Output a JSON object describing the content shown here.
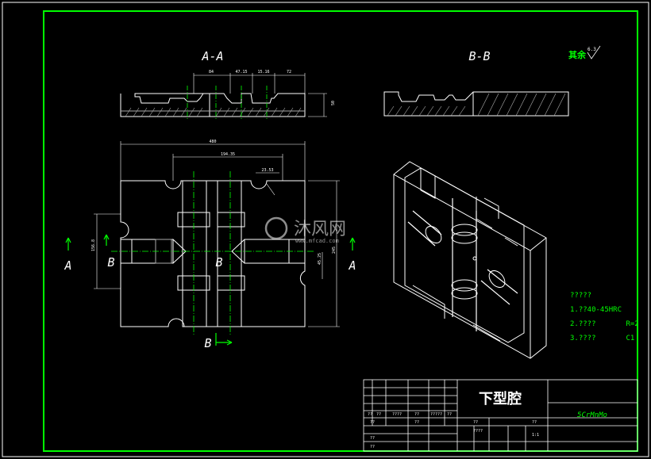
{
  "colors": {
    "background": "#000000",
    "frame": "#00ff00",
    "lines": "#ffffff",
    "center": "#00ff00",
    "dim": "#ff3333",
    "text": "#ffffff"
  },
  "views": {
    "section_aa_label": "A-A",
    "section_bb_label": "B-B",
    "section_letter_a": "A",
    "section_letter_b": "B"
  },
  "dimensions": {
    "top": [
      "84",
      "47.15",
      "15.16",
      "72"
    ],
    "height": "50",
    "overall_width": "480",
    "inner_width": "194.35",
    "right_width": "23.53",
    "left_height": "156.8",
    "right_height": "245",
    "right_small": "45.25"
  },
  "surface_note": "其余",
  "roughness": "6.3",
  "tech_notes": {
    "header": "?????",
    "items": [
      "1.??40-45HRC",
      "2.????       R=2",
      "3.????       C1"
    ]
  },
  "title_block": {
    "part_name": "下型腔",
    "material": "5CrMnMo",
    "header_cells": [
      "??",
      "??",
      "????",
      "??",
      "?????",
      "??",
      "??"
    ],
    "cells": [
      "??",
      "??",
      "????",
      "??",
      "??",
      "1:1",
      "??"
    ]
  },
  "watermark": {
    "name": "沐风网",
    "url": "www.mfcad.com"
  }
}
